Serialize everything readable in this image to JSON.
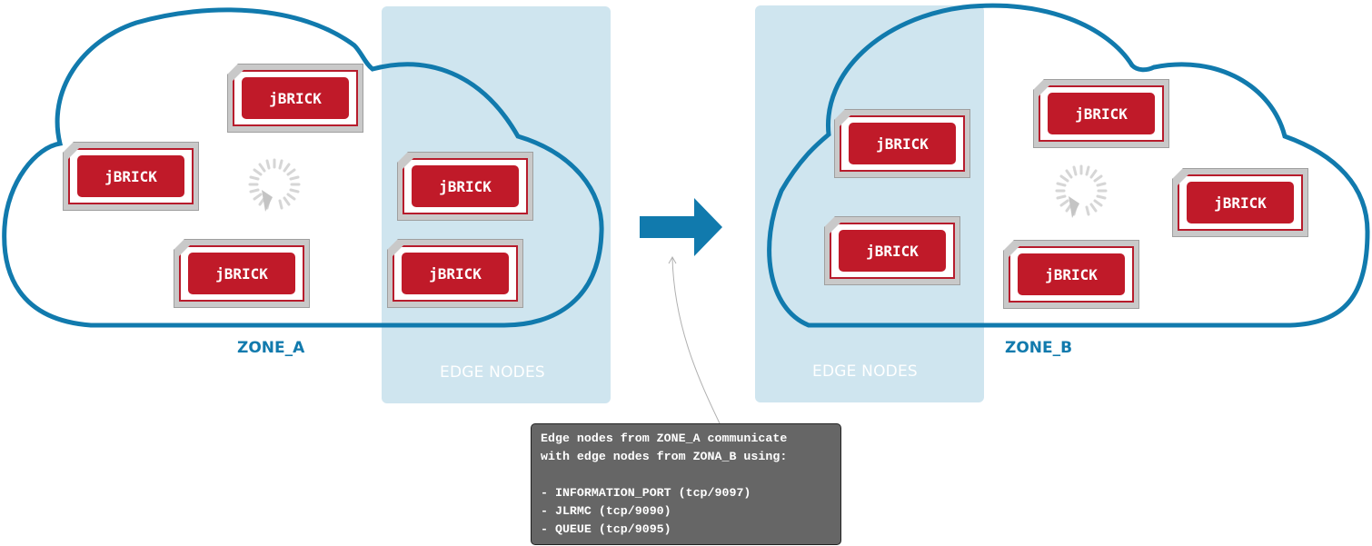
{
  "edge_label_left": "EDGE NODES",
  "edge_label_right": "EDGE NODES",
  "zone_a_label": "ZONE_A",
  "zone_b_label": "ZONE_B",
  "brick_label": "jBRICK",
  "note": {
    "line1": "Edge nodes from ZONE_A communicate",
    "line2": "with edge nodes from ZONA_B using:",
    "line3": "",
    "line4": "- INFORMATION_PORT (tcp/9097)",
    "line5": "- JLRMC (tcp/9090)",
    "line6": "- QUEUE (tcp/9095)"
  },
  "colors": {
    "cloud_stroke": "#117aad",
    "edge_panel": "#cfe5ef",
    "arrow": "#117aad",
    "brick_red": "#c01a29",
    "note_bg": "#666666"
  },
  "icons": [
    "arrow-right-icon",
    "spinner-icon"
  ]
}
